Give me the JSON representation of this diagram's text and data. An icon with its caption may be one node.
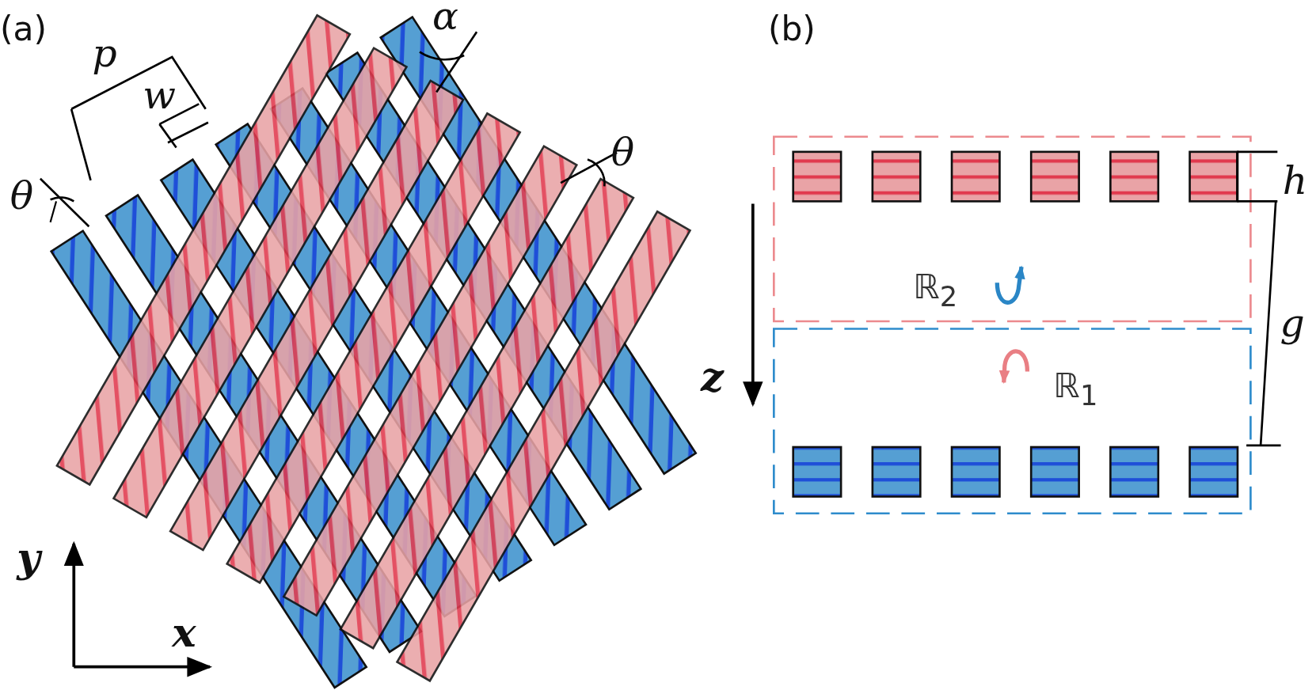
{
  "diagram": {
    "labels": [
      "(a)",
      "α",
      "p",
      "(b)",
      "w",
      "θ",
      "θ",
      "h",
      "ℝ$_{2}$",
      "g",
      "z",
      "ℝ$_{1}$",
      "y",
      "x"
    ]
  }
}
